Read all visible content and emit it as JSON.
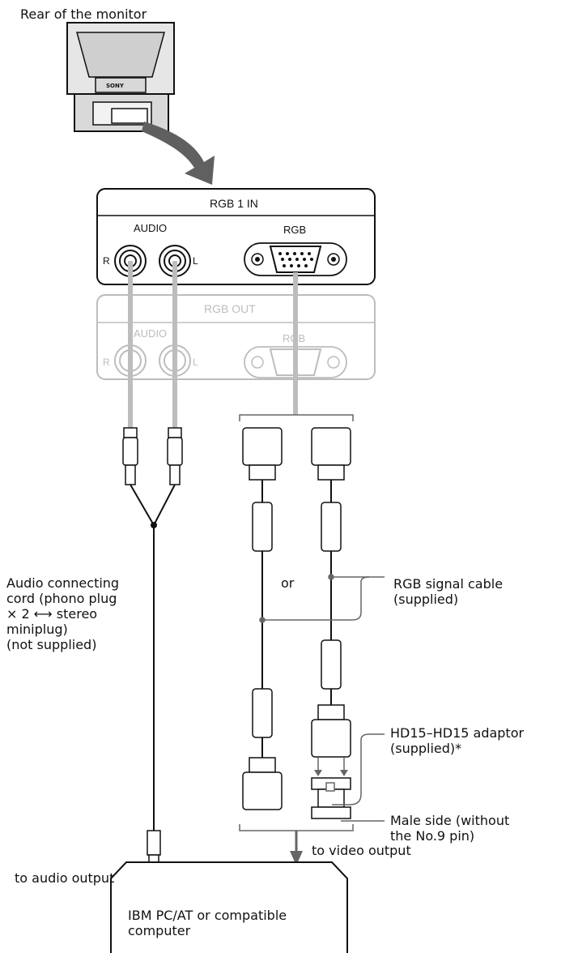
{
  "labels": {
    "rear_of_monitor": "Rear of the monitor",
    "logo": "SONY",
    "rgb1_in": "RGB 1 IN",
    "audio_top": "AUDIO",
    "rgb_top": "RGB",
    "r_top": "R",
    "l_top": "L",
    "rgb_out": "RGB  OUT",
    "audio_out": "AUDIO",
    "rgb_out_port": "RGB",
    "r_out": "R",
    "l_out": "L",
    "audio_cord": "Audio connecting\ncord (phono plug\n× 2 ⟷ stereo\nminiplug)\n(not supplied)",
    "or": "or",
    "rgb_signal_cable": "RGB signal cable\n(supplied)",
    "adaptor": "HD15–HD15 adaptor\n(supplied)*",
    "male_side": "Male side (without\nthe No.9 pin)",
    "to_audio": "to audio output",
    "to_video": "to video output",
    "computer": "IBM PC/AT or compatible\ncomputer"
  }
}
